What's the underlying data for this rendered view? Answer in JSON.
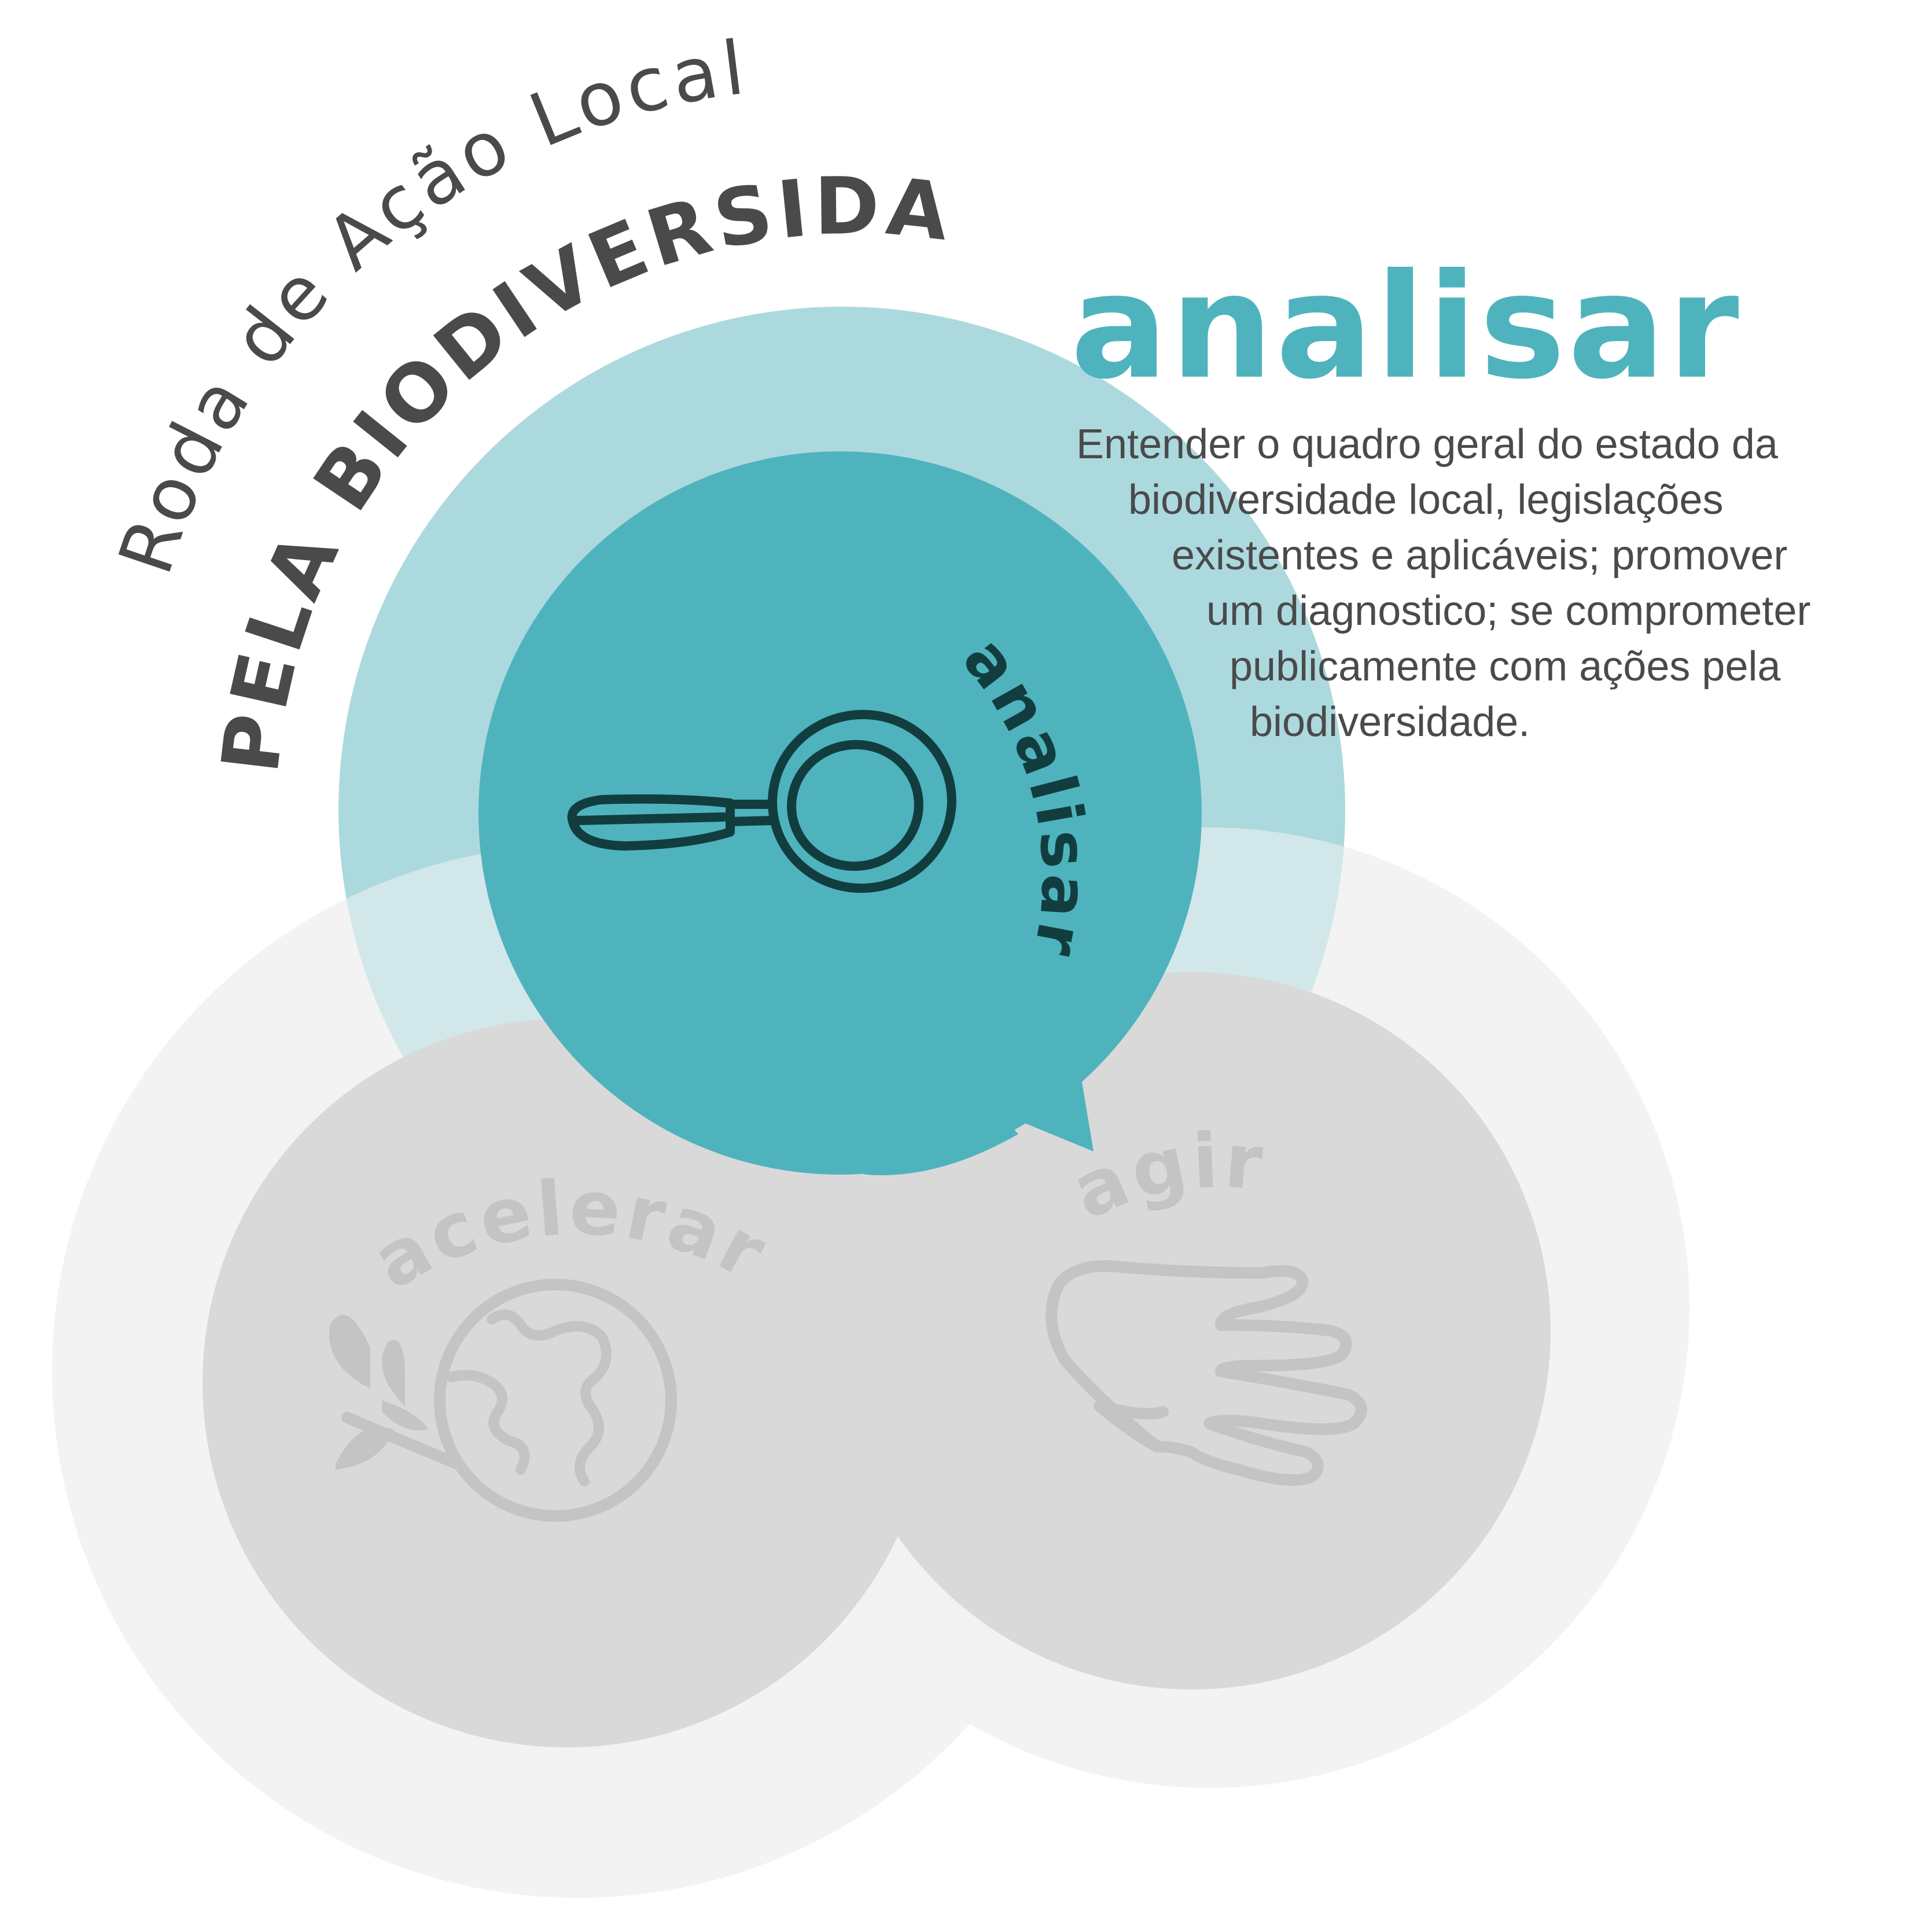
{
  "title": {
    "line1": "Roda de Ação Local",
    "line2": "PELA BIODIVERSIDADE"
  },
  "active_step": {
    "heading": "analisar",
    "description_lines": [
      "Entender o quadro geral do estado da",
      "biodiversidade local, legislações",
      "existentes e aplicáveis; promover",
      "um diagnostico; se comprometer",
      "publicamente com ações pela",
      "biodiversidade."
    ]
  },
  "wheel": {
    "analisar": {
      "label": "analisar",
      "icon": "magnifying-glass-icon",
      "state": "active"
    },
    "agir": {
      "label": "agir",
      "icon": "hand-icon",
      "state": "inactive"
    },
    "acelerar": {
      "label": "acelerar",
      "icon": "globe-with-leaf-icon",
      "state": "inactive"
    }
  },
  "colors": {
    "teal_outer": "#a8d7dc",
    "teal_inner": "#4fb3be",
    "teal_heading": "#4fb3be",
    "icon_dark": "#123d3f",
    "grey_outer": "#f2f2f2",
    "grey_inner": "#d9d9d9",
    "grey_label": "#c4c4c4",
    "title_text": "#4a4a4a",
    "body_text": "#4a4a4a"
  }
}
